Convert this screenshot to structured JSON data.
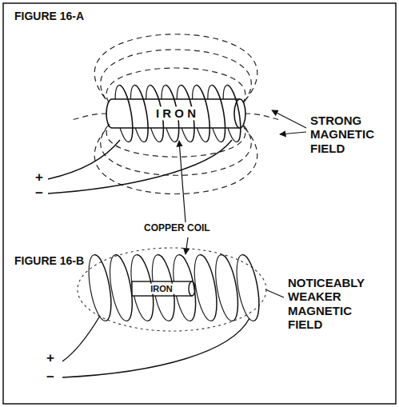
{
  "diagram": {
    "labels": [
      "FIGURE 16-A",
      "I R O N",
      "STRONG MAGNETIC FIELD",
      "+",
      "−",
      "COPPER COIL",
      "FIGURE 16-B",
      "IRON",
      "NOTICEABLY WEAKER MAGNETIC FIELD",
      "+",
      "−"
    ]
  }
}
